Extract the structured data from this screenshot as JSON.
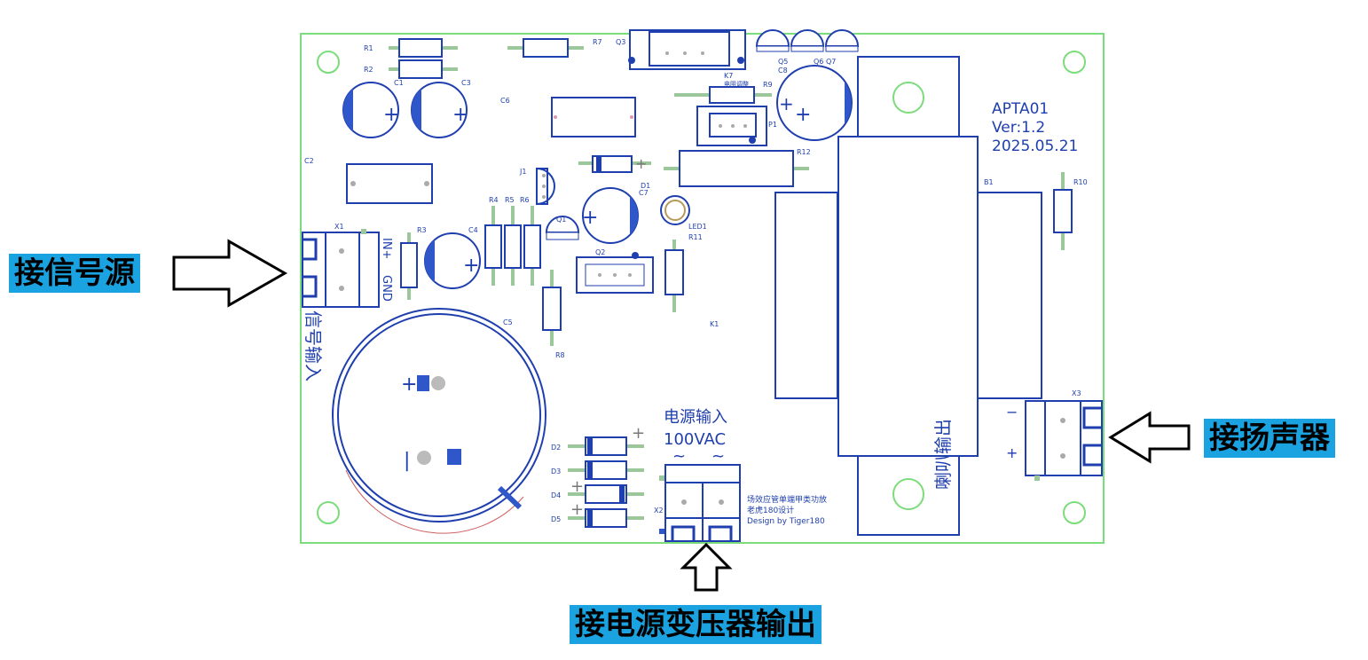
{
  "callouts": {
    "signal": "接信号源",
    "speaker": "接扬声器",
    "power": "接电源变压器输出"
  },
  "board": {
    "name": "APTA01",
    "version": "Ver:1.2",
    "date": "2025.05.21",
    "signal_input_label": "信号输入",
    "in_plus": "IN+",
    "gnd": "GND",
    "power_input_label": "电源输入",
    "vac_label": "100VAC",
    "tilde": "~",
    "speaker_output_label": "喇叭输出",
    "minus": "−",
    "plus": "+",
    "credit_line1": "场效应管单端甲类功放",
    "credit_line2": "老虎180设计",
    "credit_line3": "Design by Tiger180",
    "cutoff_adjust": "电阻调整"
  },
  "designators": {
    "R1": "R1",
    "R2": "R2",
    "R3": "R3",
    "R4": "R4",
    "R5": "R5",
    "R6": "R6",
    "R7": "R7",
    "R8": "R8",
    "R9": "R9",
    "R10": "R10",
    "R11": "R11",
    "R12": "R12",
    "C1": "C1",
    "C2": "C2",
    "C3": "C3",
    "C4": "C4",
    "C5": "C5",
    "C6": "C6",
    "C7": "C7",
    "C8": "C8",
    "Q1": "Q1",
    "Q2": "Q2",
    "Q3": "Q3",
    "Q5": "Q5",
    "Q6": "Q6",
    "Q7": "Q7",
    "D1": "D1",
    "D2": "D2",
    "D3": "D3",
    "D4": "D4",
    "D5": "D5",
    "J1": "J1",
    "K1": "K1",
    "K7": "K7",
    "P1": "P1",
    "B1": "B1",
    "X1": "X1",
    "X2": "X2",
    "X3": "X3",
    "LED1": "LED1"
  },
  "colors": {
    "board_outline": "#7cdc7c",
    "silkscreen": "#1f3fae",
    "callout_bg": "#1aa3e0",
    "pad": "#9bc79b"
  }
}
